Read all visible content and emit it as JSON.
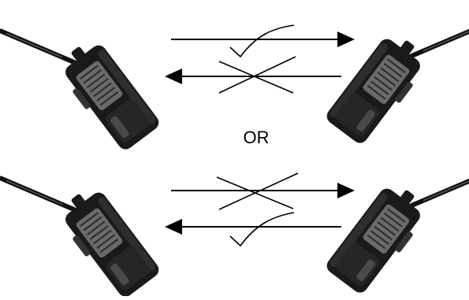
{
  "diagram": {
    "separator_label": "OR",
    "scenarios": [
      {
        "top_arrow_direction": "right",
        "top_arrow_mark": "check",
        "bottom_arrow_direction": "left",
        "bottom_arrow_mark": "cross"
      },
      {
        "top_arrow_direction": "right",
        "top_arrow_mark": "cross",
        "bottom_arrow_direction": "left",
        "bottom_arrow_mark": "check"
      }
    ],
    "icons": {
      "radio": "walkie-talkie-icon",
      "check": "checkmark-icon",
      "cross": "cross-mark-icon"
    },
    "colors": {
      "ink": "#000000",
      "radio_body": "#1a1a1a",
      "radio_highlight": "#7a7a7a",
      "background": "#ffffff"
    }
  }
}
